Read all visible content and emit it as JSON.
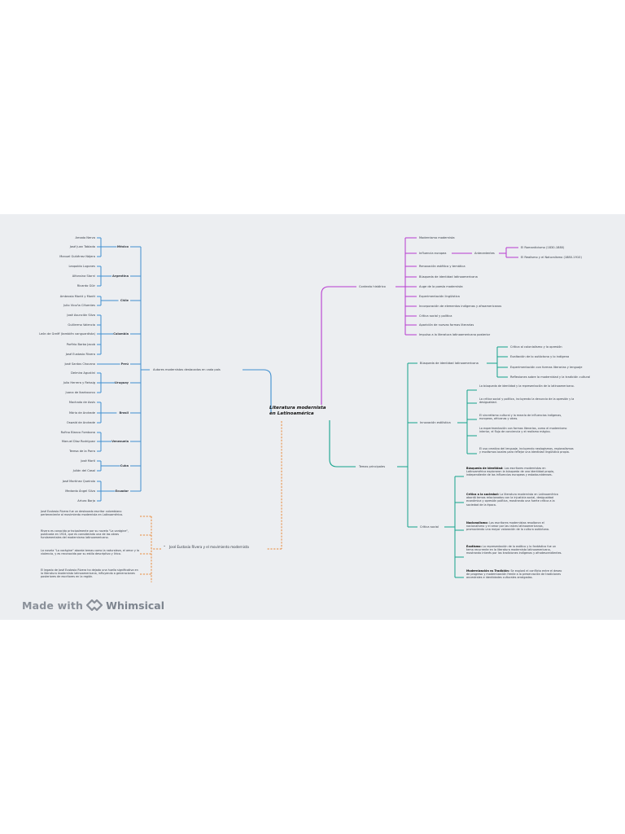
{
  "root": {
    "title": "Literatura modernista en Latinoamérica"
  },
  "left": {
    "branch": "Autores modernistas destacados en cada país",
    "countries": [
      {
        "name": "México",
        "authors": [
          "Amado Nervo",
          "José Juan Tablada",
          "Manuel Gutiérrez Nájera"
        ]
      },
      {
        "name": "Argentina",
        "authors": [
          "Leopoldo Lugones",
          "Alfonsina Storni",
          "Ricardo Güir"
        ]
      },
      {
        "name": "Chile",
        "authors": [
          "Ambrosio Montt y Montt",
          "Julio Vicuña Cifuentes"
        ]
      },
      {
        "name": "Colombia",
        "authors": [
          "José Asunción Silva",
          "Guillermo Valencia",
          "León de Greiff (también vanguardista)",
          "Porfirio Barba Jacob",
          "José Eustasio Rivera"
        ]
      },
      {
        "name": "Perú",
        "authors": [
          "José Santos Chocano"
        ]
      },
      {
        "name": "Uruguay",
        "authors": [
          "Delmira Agustini",
          "Julio Herrera y Reissig",
          "Juana de Ibarbourou"
        ]
      },
      {
        "name": "Brasil",
        "authors": [
          "Machado de Assis",
          "Mário de Andrade",
          "Oswald de Andrade"
        ]
      },
      {
        "name": "Venezuela",
        "authors": [
          "Rufino Blanco Fombona",
          "Manuel Díaz Rodríguez",
          "Teresa de la Parra"
        ]
      },
      {
        "name": "Cuba",
        "authors": [
          "José Martí",
          "Julián del Casal"
        ]
      },
      {
        "name": "Ecuador",
        "authors": [
          "José Martínez Queirolo",
          "Medardo Ángel Silva",
          "Arturo Borja"
        ]
      }
    ],
    "rivera": {
      "label": "José Eustasio Rivera y el movimiento modernista",
      "notes": [
        "José Eustasio Rivera fue un destacado escritor colombiano perteneciente al movimiento modernista en Latinoamérica.",
        "Rivera es conocido principalmente por su novela \"La vorágine\", publicada en 1924, que es considerada una de las obras fundamentales del modernismo latinoamericano.",
        "La novela \"La vorágine\" aborda temas como la naturaleza, el amor y la violencia, y es reconocida por su estilo descriptivo y lírico.",
        "El legado de José Eustasio Rivera ha dejado una huella significativa en la literatura modernista latinoamericana, influyendo a generaciones posteriores de escritores en la región."
      ]
    }
  },
  "right": {
    "contexto": {
      "label": "Contexto histórico",
      "items": [
        "Modernismo modernista",
        "Influencia europea",
        "Renovación estética y temática",
        "Búsqueda de identidad latinoamericana",
        "Auge de la poesía modernista",
        "Experimentación lingüística",
        "Incorporación de elementos indígenas y afroamericanos",
        "Crítica social y política",
        "Aparición de nuevas formas literarias",
        "Impulso a la literatura latinoamericana posterior"
      ],
      "antecedentes": "Antecedentes",
      "sub": [
        "El Romanticismo (1830-1880)",
        "El Realismo y el Naturalismo (1880-1910)"
      ]
    },
    "temas": {
      "label": "Temas principales",
      "busqueda": {
        "label": "Búsqueda de identidad latinoamericana",
        "items": [
          "Crítica al colonialismo y la opresión",
          "Exaltación de lo autóctono y lo indígena",
          "Experimentación con formas literarias y lenguaje",
          "Reflexiones sobre la modernidad y la tradición cultural"
        ]
      },
      "innovacion": {
        "label": "Innovación estilística",
        "items": [
          "La búsqueda de identidad y la representación de lo latinoamericano.",
          "La crítica social y política, incluyendo la denuncia de la opresión y la desigualdad.",
          "El sincretismo cultural y la mezcla de influencias indígenas, europeas, africanas y otras.",
          "La experimentación con formas literarias, como el modernismo interior, el flujo de conciencia y el realismo mágico.",
          "El uso creativo del lenguaje, incluyendo neologismos, regionalismos y modismos locales para reflejar una identidad lingüística propia."
        ]
      },
      "critica": {
        "label": "Crítica social",
        "items": [
          {
            "key": "Búsqueda de identidad:",
            "text": "Los escritores modernistas en Latinoamérica exploraron la búsqueda de una identidad propia, independiente de las influencias europeas y estadounidenses."
          },
          {
            "key": "Crítica a la sociedad:",
            "text": "La literatura modernista en Latinoamérica abordó temas relacionados con la injusticia social, desigualdad económica y opresión política, mostrando una fuerte crítica a la sociedad de la época."
          },
          {
            "key": "Nacionalismo:",
            "text": "Los escritores modernistas resaltaron el nacionalismo y el amor por las raíces latinoamericanas, promoviendo una mayor valoración de la cultura autóctona."
          },
          {
            "key": "Exotismo:",
            "text": "La representación de lo exótico y lo fantástico fue un tema recurrente en la literatura modernista latinoamericana, mostrando interés por las tradiciones indígenas y afrodescendientes."
          },
          {
            "key": "Modernización vs Tradición:",
            "text": "Se exploró el conflicto entre el deseo de progreso y modernización frente a la preservación de tradiciones ancestrales e identidades culturales arraigadas."
          }
        ]
      }
    }
  },
  "brand": {
    "made_with": "Made with",
    "name": "Whimsical"
  },
  "colors": {
    "blue": "#3f8fd0",
    "purple": "#b63bd0",
    "teal": "#14a38c",
    "orange": "#e8893a",
    "board": "#eceef1"
  }
}
